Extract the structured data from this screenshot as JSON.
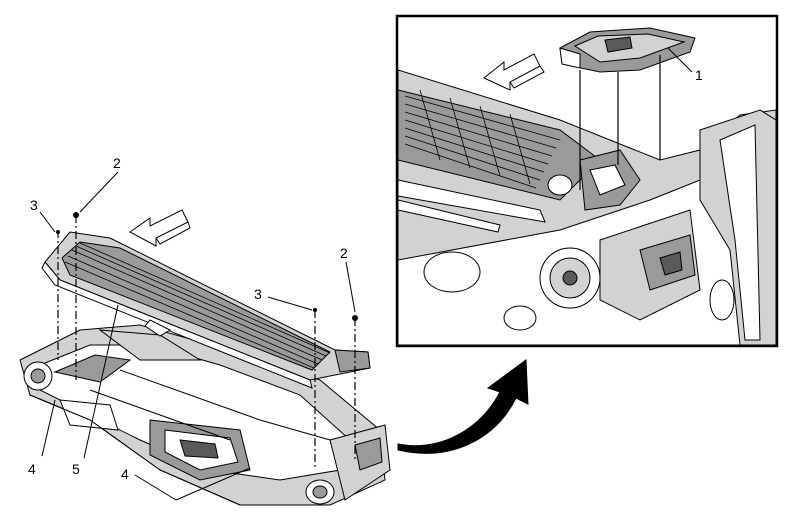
{
  "callouts": {
    "c1": "1",
    "c2_left": "2",
    "c2_right": "2",
    "c3_left": "3",
    "c3_right": "3",
    "c4_left": "4",
    "c4_bottom": "4",
    "c5": "5"
  },
  "icons": {
    "direction_arrows": "front-direction-arrow-icon",
    "transition_arrow": "curved-arrow-icon"
  }
}
